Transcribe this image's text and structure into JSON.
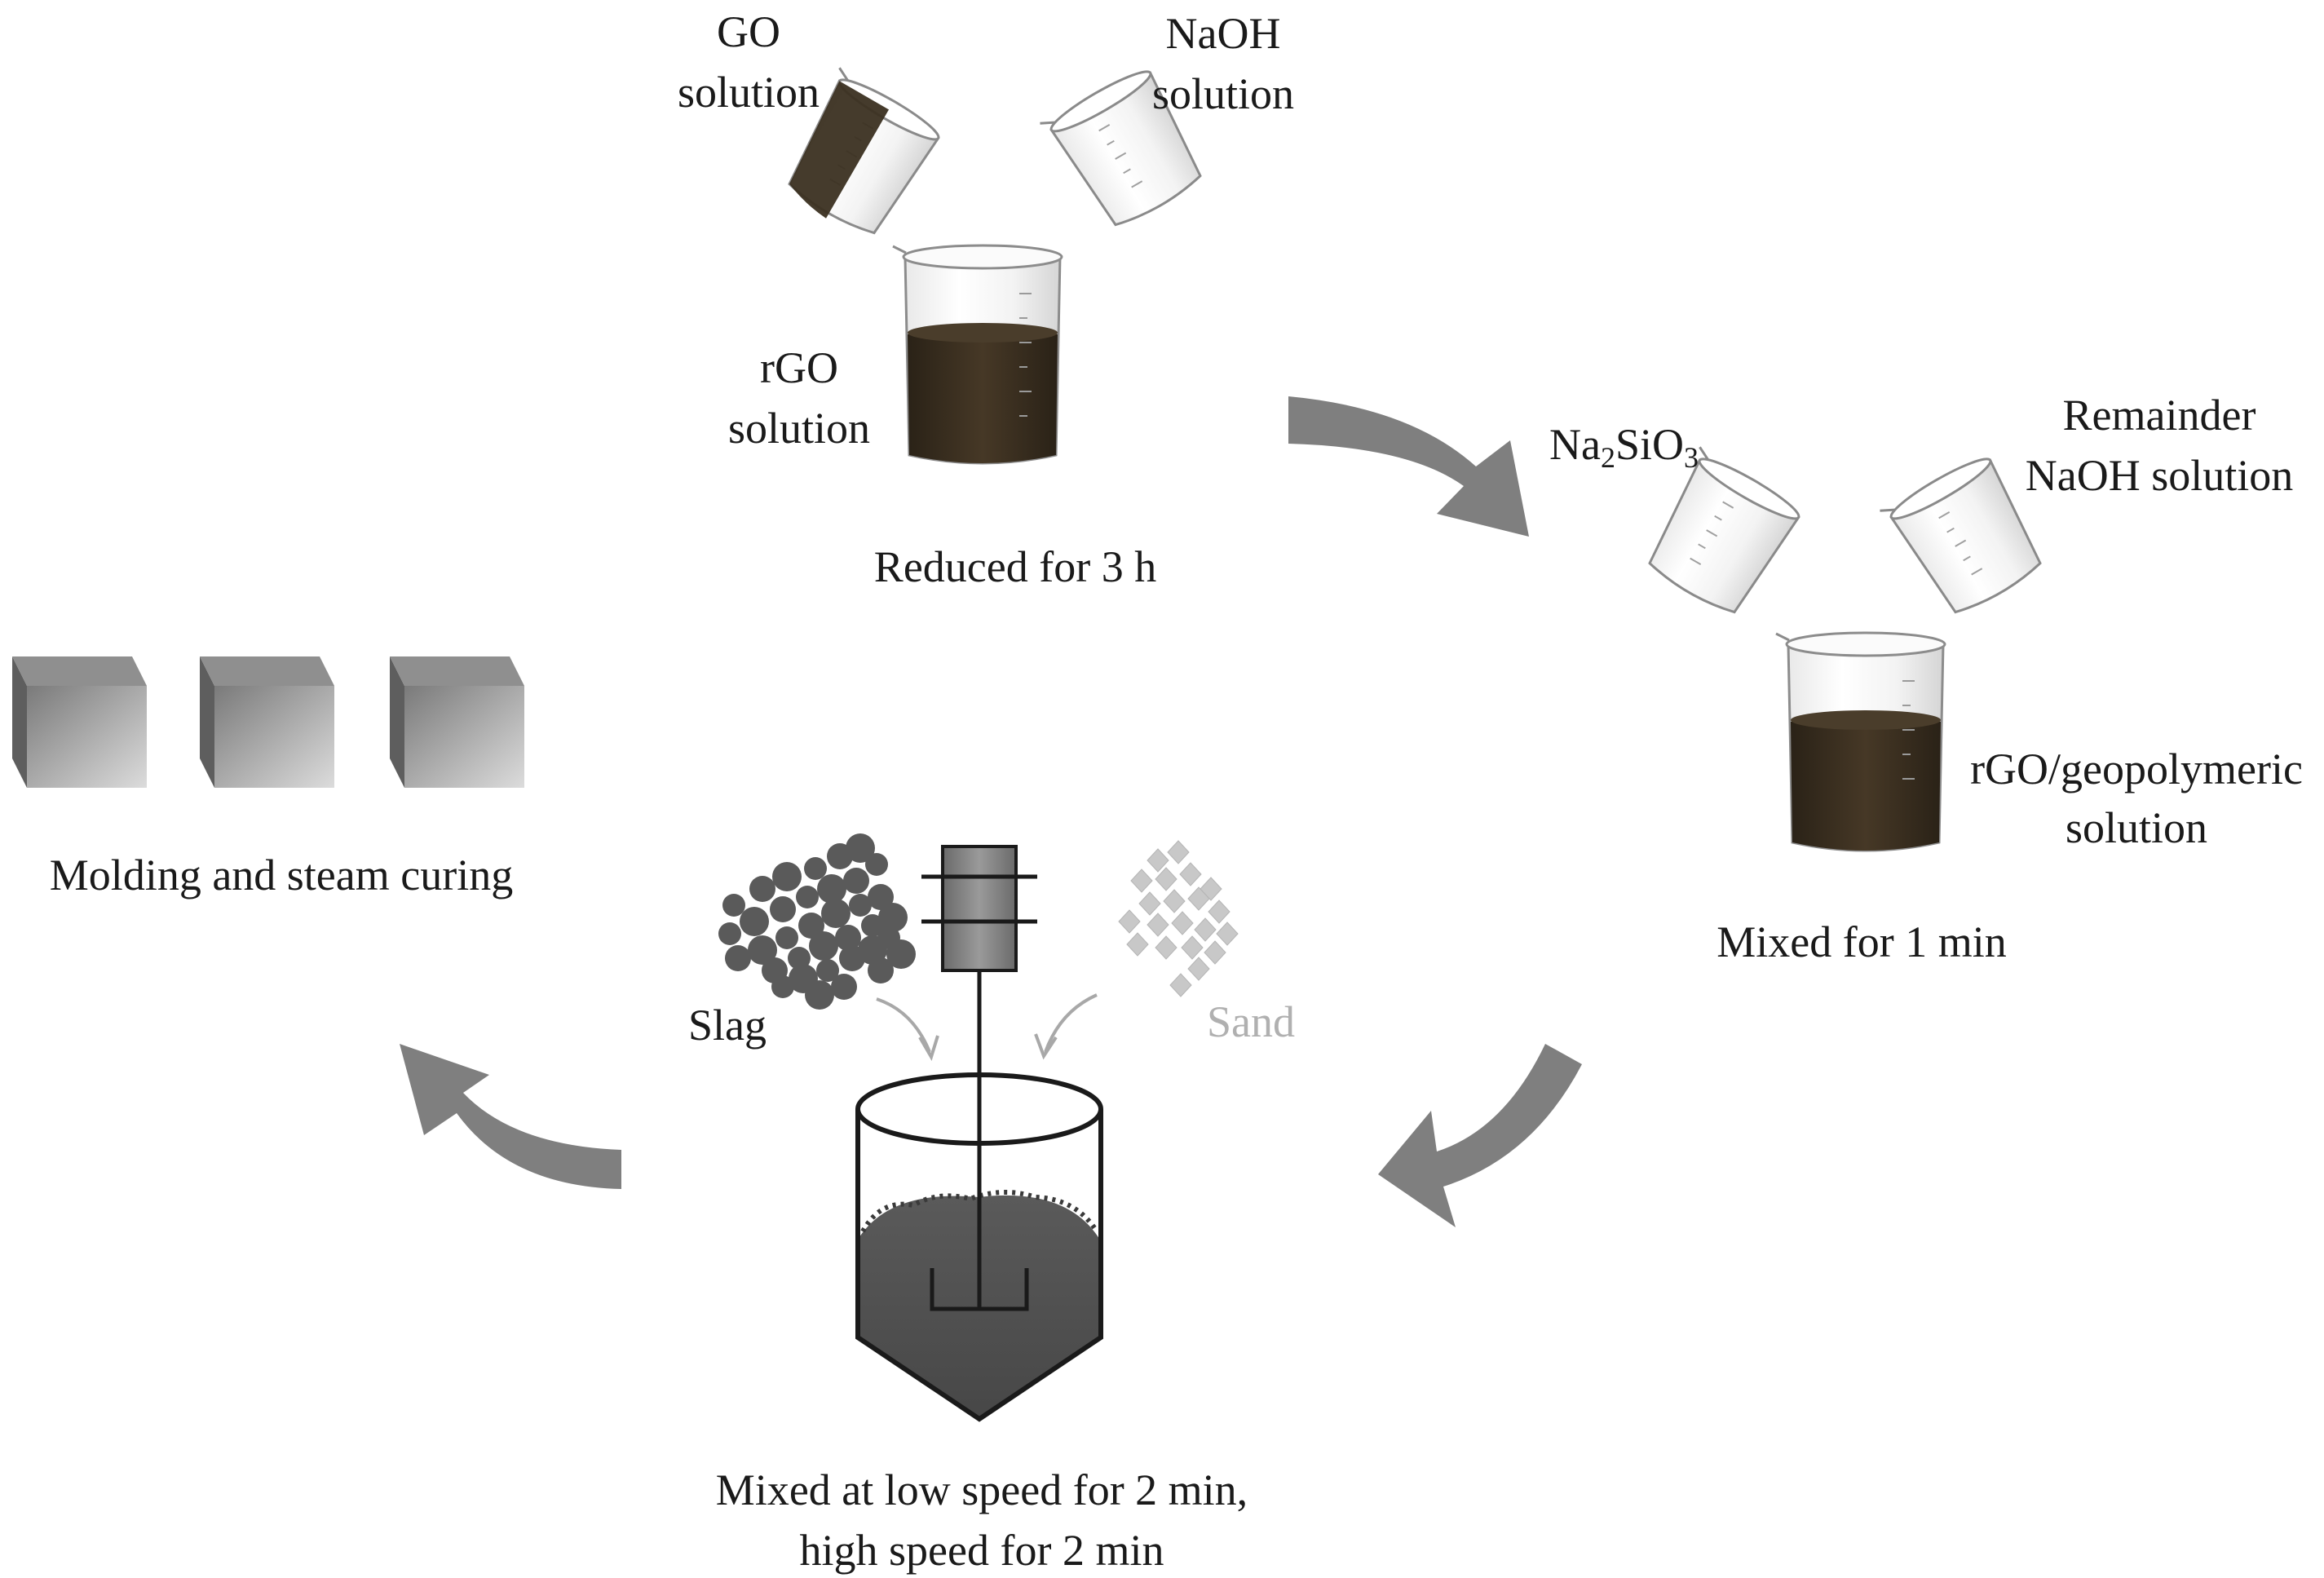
{
  "step1": {
    "go_label": [
      "GO",
      "solution"
    ],
    "naoh_label": [
      "NaOH",
      "solution"
    ],
    "rgo_label": [
      "rGO",
      "solution"
    ],
    "caption": "Reduced for 3 h"
  },
  "step2": {
    "na2sio3_label": {
      "base": "Na",
      "sub1": "2",
      "mid": "SiO",
      "sub2": "3"
    },
    "remainder_label": [
      "Remainder",
      "NaOH solution"
    ],
    "product_label": [
      "rGO/geopolymeric",
      "solution"
    ],
    "caption": "Mixed for 1 min"
  },
  "step3": {
    "slag_label": "Slag",
    "sand_label": "Sand",
    "caption": [
      "Mixed at low speed for 2 min,",
      "high speed for 2 min"
    ]
  },
  "step4": {
    "caption": "Molding and steam curing"
  },
  "colors": {
    "liquid": "#3b3021",
    "arrow": "#7f7f7f",
    "slag": "#5a5a5a",
    "sand": "#c8c8c8",
    "mixer_fill": "#4d4d4d"
  }
}
